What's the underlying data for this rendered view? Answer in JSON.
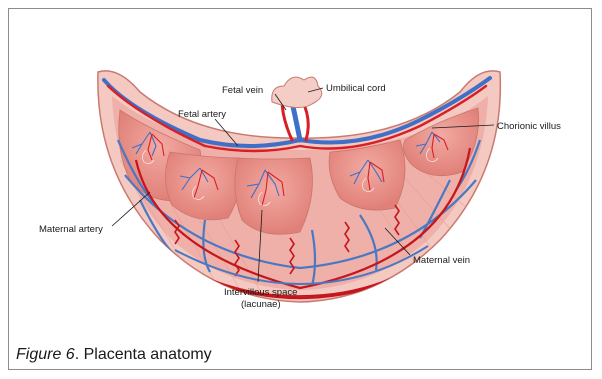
{
  "diagram": {
    "labels": {
      "fetal_vein": "Fetal vein",
      "umbilical_cord": "Umbilical cord",
      "fetal_artery": "Fetal artery",
      "chorionic_villus": "Chorionic villus",
      "maternal_artery": "Maternal artery",
      "maternal_vein": "Maternal vein",
      "intervillous_space_line1": "Intervillous space",
      "intervillous_space_line2": "(lacunae)"
    },
    "colors": {
      "outer_tissue": "#f3c9c2",
      "outer_outline": "#c97a70",
      "basal_plate": "#f0b4ac",
      "cotyledon_fill": "#e9948c",
      "maternal_artery": "#c4161c",
      "maternal_vein": "#4a78c2",
      "fetal_vessel_blue": "#3f6fc7",
      "fetal_vessel_red": "#d81f26"
    }
  },
  "caption": {
    "figure_label": "Figure 6",
    "text": ". Placenta anatomy"
  }
}
